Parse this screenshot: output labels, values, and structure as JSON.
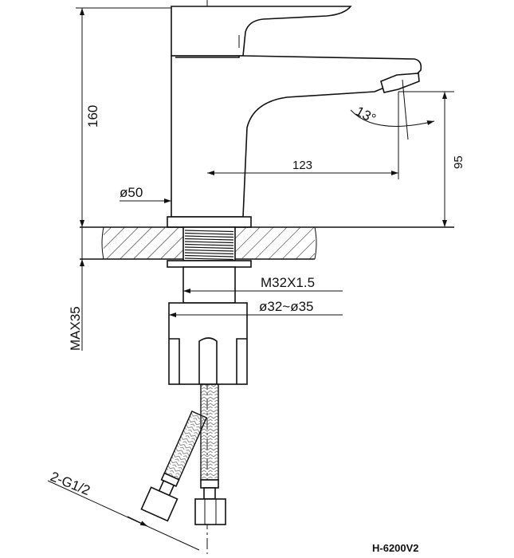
{
  "drawing": {
    "model": "H-6200V2",
    "dimensions": {
      "height": "160",
      "spout_height": "95",
      "spout_reach": "123",
      "spout_angle": "13°",
      "base_diameter": "ø50",
      "thread": "M32X1.5",
      "hole_diameter": "ø32~ø35",
      "max_deck_thickness": "MAX35",
      "hose_connection": "2-G1/2"
    },
    "colors": {
      "line": "#111111",
      "background": "#ffffff"
    }
  }
}
